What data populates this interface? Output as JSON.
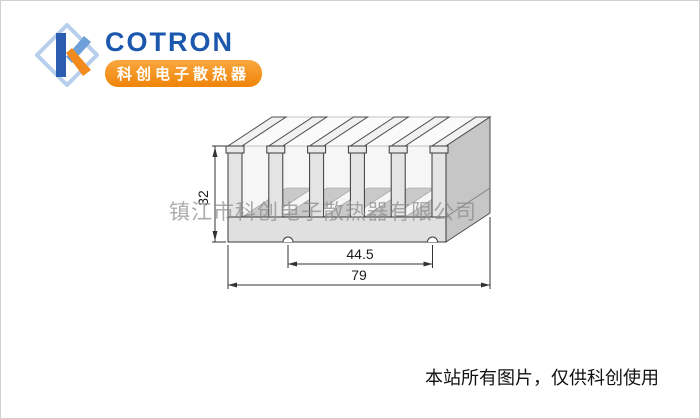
{
  "brand": {
    "name": "COTRON",
    "tagline": "科创电子散热器",
    "colors": {
      "blue": "#1a57ad",
      "light_blue": "#b7cfec",
      "orange": "#f28a1e"
    }
  },
  "drawing": {
    "type": "heatsink-extrusion-3d-technical-drawing",
    "dimensions": {
      "height_mm": "32",
      "slot_spacing_mm": "44.5",
      "width_mm": "79"
    }
  },
  "watermark": {
    "text": "镇江市科创电子散热器有限公司"
  },
  "footer": {
    "note": "本站所有图片，仅供科创使用"
  }
}
